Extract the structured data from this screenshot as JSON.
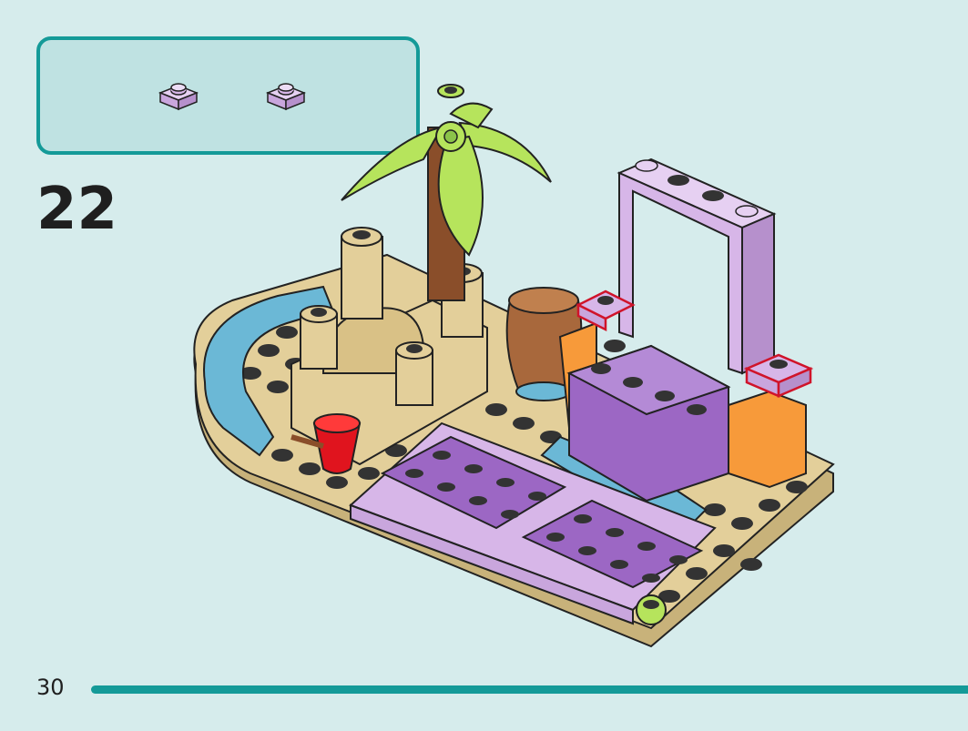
{
  "step": {
    "number": "22",
    "parts": [
      {
        "icon": "lavender-plate-1x1-icon",
        "color": "#d7b6e8"
      },
      {
        "icon": "lavender-plate-1x1-icon",
        "color": "#d7b6e8"
      }
    ]
  },
  "page": {
    "number": "30",
    "progress": 1.0
  },
  "colors": {
    "accent": "#149a98",
    "background": "#d6ecec",
    "tan": "#e3cf9a",
    "lavender": "#d7b6e8",
    "purple": "#9c67c4",
    "orange": "#f79a3a",
    "blue": "#6bb8d6",
    "lime": "#b6e45c",
    "red": "#e0141e",
    "brown": "#8a4e2a"
  }
}
